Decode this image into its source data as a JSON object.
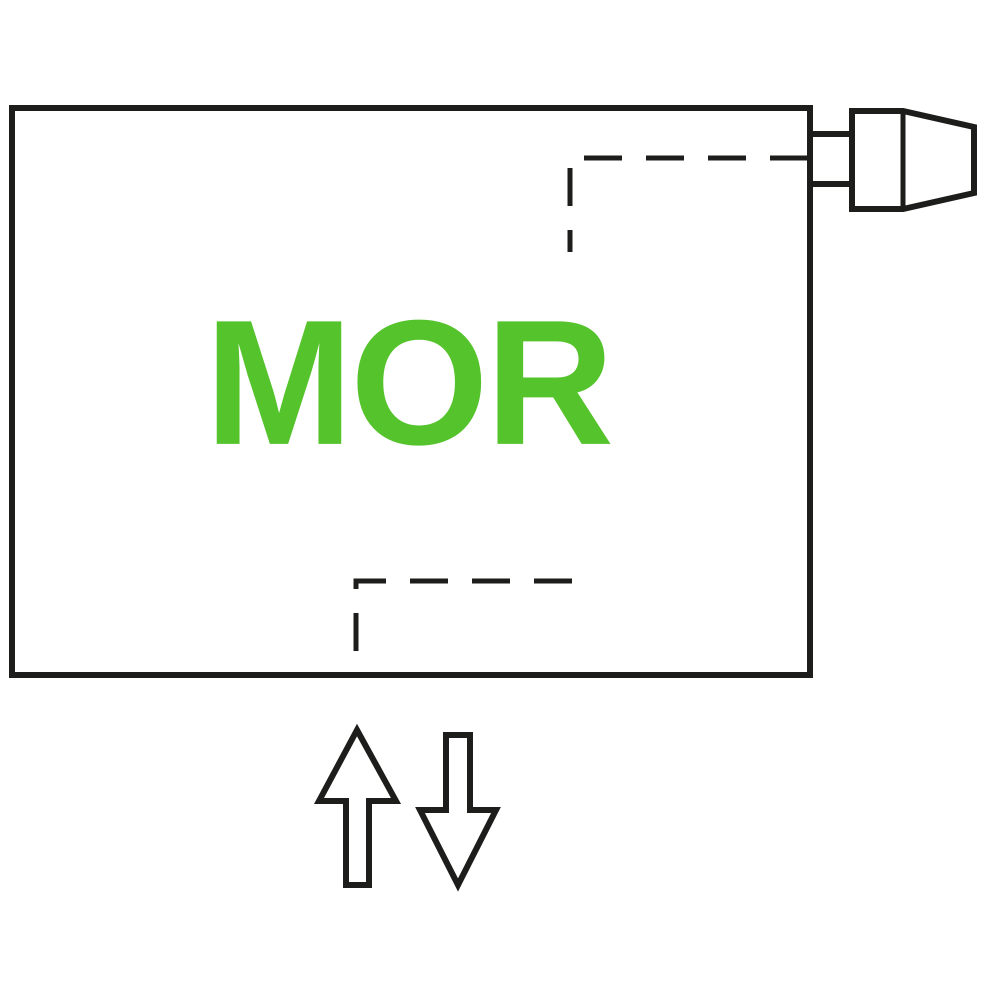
{
  "diagram": {
    "label": "MOR",
    "colors": {
      "label": "#55c32b",
      "line": "#1d1d1b",
      "background": "#ffffff"
    },
    "icons": {
      "valve": "thermostatic-valve-icon",
      "inlet_pipe": "inlet-dashed-pipe",
      "outlet_pipe": "outlet-dashed-pipe",
      "flow_up": "up-arrow-icon",
      "flow_down": "down-arrow-icon"
    }
  }
}
